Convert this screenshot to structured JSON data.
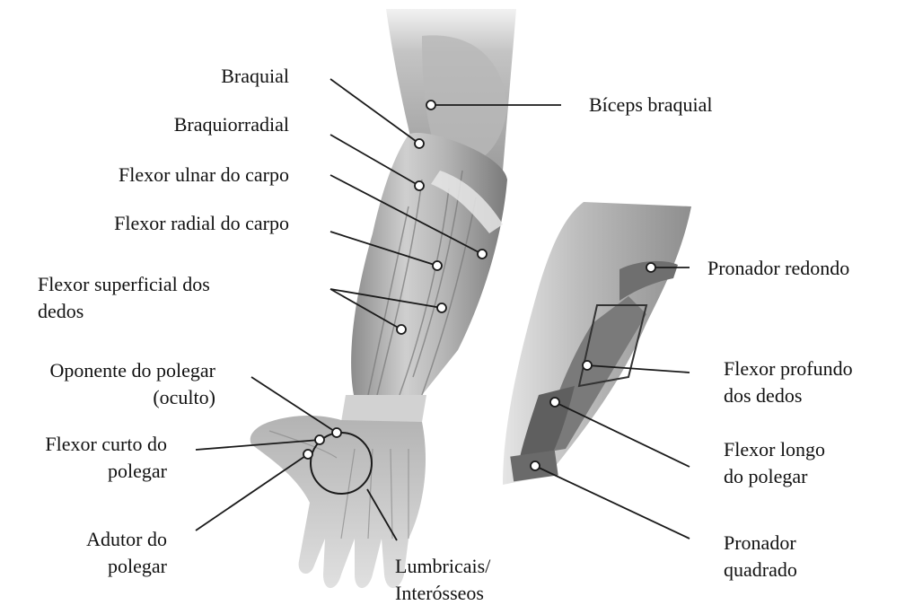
{
  "labels": {
    "braquial": "Braquial",
    "braquiorradial": "Braquiorradial",
    "flexor_ulnar": "Flexor ulnar do  carpo",
    "flexor_radial": "Flexor radial do  carpo",
    "flexor_superficial": [
      "Flexor superficial dos",
      "dedos"
    ],
    "oponente": [
      "Oponente do polegar",
      "(oculto)"
    ],
    "flexor_curto": [
      "Flexor curto do",
      "polegar"
    ],
    "adutor": [
      "Adutor do",
      "polegar"
    ],
    "lumbricais": [
      "Lumbricais/",
      "Interósseos"
    ],
    "biceps": "Bíceps braquial",
    "pronador_redondo": "Pronador redondo",
    "flexor_profundo": [
      "Flexor profundo",
      "dos dedos"
    ],
    "flexor_longo": [
      "Flexor longo",
      "do polegar"
    ],
    "pronador_quadrado": [
      "Pronador",
      "quadrado"
    ]
  },
  "colors": {
    "muscle_light": "#d9d9d9",
    "muscle_mid": "#a8a8a8",
    "muscle_dark": "#6f6f6f",
    "line": "#1a1a1a"
  }
}
